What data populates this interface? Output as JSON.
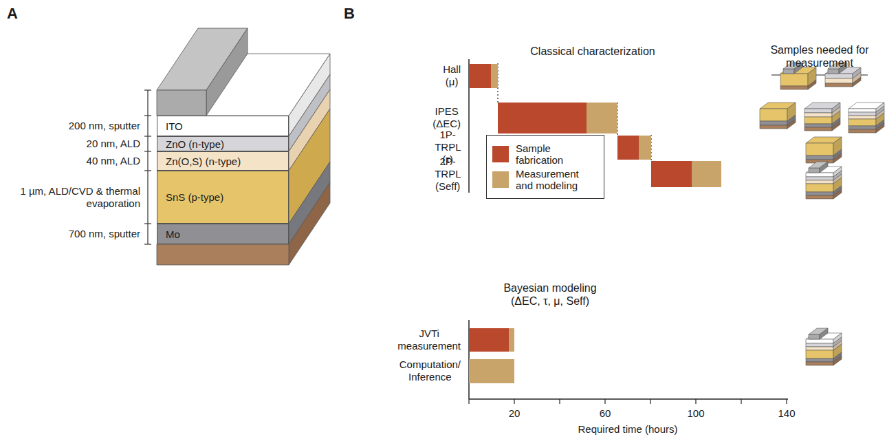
{
  "diagram": {
    "nodes": [
      {
        "text": [
          "ITO"
        ]
      },
      {
        "text": [
          "ZnO (n-type)"
        ]
      },
      {
        "text": [
          "Zn(O,S) (n-type)"
        ]
      },
      {
        "text": [
          "SnS (p-type)"
        ]
      },
      {
        "text": [
          "Mo"
        ]
      }
    ],
    "labels": [
      "A",
      "B",
      "200 nm, sputter",
      "20 nm, ALD",
      "40 nm, ALD",
      "1 µm, ALD/CVD & thermal evaporation",
      "700 nm, sputter",
      "Classical characterization",
      "Samples needed for measurement",
      "Hall (μ)",
      "IPES (ΔEC)",
      "1P-TRPL (τ)",
      "2P-TRPL (Seff)",
      "Bayesian modeling (ΔEC, τ, μ, Seff)",
      "JVTi measurement",
      "Computation/ Inference",
      "20",
      "60",
      "100",
      "140",
      "Required time (hours)"
    ],
    "legend": [
      {
        "text": "Sample fabrication",
        "color": "#b9482c"
      },
      {
        "text": "Measurement and modeling",
        "color": "#c8a46a"
      }
    ]
  }
}
